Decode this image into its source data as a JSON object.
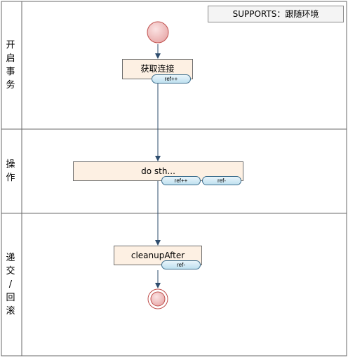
{
  "legend": {
    "text": "SUPPORTS：跟随环境"
  },
  "lanes": [
    {
      "label": [
        "开",
        "启",
        "事",
        "务"
      ]
    },
    {
      "label": [
        "操",
        "作"
      ]
    },
    {
      "label": [
        "递",
        "交",
        "/",
        "回",
        "滚"
      ]
    }
  ],
  "nodes": {
    "get_connection": "获取连接",
    "do_sth": "do sth...",
    "cleanup": "cleanupAfter"
  },
  "tags": {
    "ref_inc_1": "ref++",
    "ref_inc_2": "ref++",
    "ref_dec_1": "ref-",
    "ref_dec_2": "ref-"
  },
  "colors": {
    "node_fill": "#fdf0e3",
    "start_fill": "#f2c4c4",
    "end_fill": "#e9a5a5",
    "node_stroke": "#c0504d",
    "arrow": "#2e4d6e"
  }
}
